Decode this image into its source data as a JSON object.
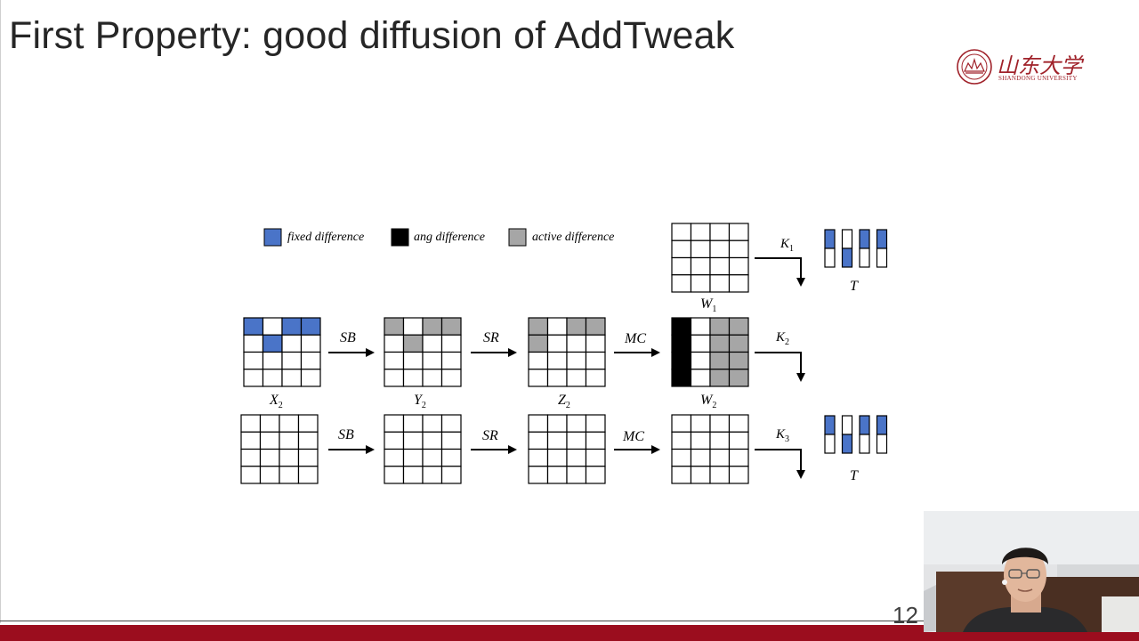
{
  "slide": {
    "title": "First Property: good diffusion of AddTweak",
    "page_number": "12"
  },
  "logo": {
    "name_cn": "山东大学",
    "name_en": "SHANDONG UNIVERSITY"
  },
  "legend": [
    {
      "label": "fixed difference",
      "color": "#4472c4"
    },
    {
      "label": "ang difference",
      "color": "#000000"
    },
    {
      "label": "active difference",
      "color": "#808080"
    }
  ],
  "colors": {
    "fixed": "#4a74c8",
    "any": "#000000",
    "active": "#a6a6a6",
    "empty": "#ffffff",
    "accent_bar": "#9b0d1e"
  },
  "diagram": {
    "row1": {
      "state_label": "W",
      "state_sub": "1",
      "key_label": "K",
      "key_sub": "1",
      "tweak_label": "T",
      "state_grid": [
        [
          "e",
          "e",
          "e",
          "e"
        ],
        [
          "e",
          "e",
          "e",
          "e"
        ],
        [
          "e",
          "e",
          "e",
          "e"
        ],
        [
          "e",
          "e",
          "e",
          "e"
        ]
      ],
      "tweak_cells": [
        [
          "f",
          "e"
        ],
        [
          "e",
          "f"
        ],
        [
          "f",
          "e"
        ],
        [
          "f",
          "e"
        ]
      ]
    },
    "row2": {
      "states": [
        {
          "label": "X",
          "sub": "2",
          "grid": [
            [
              "f",
              "e",
              "f",
              "f"
            ],
            [
              "e",
              "f",
              "e",
              "e"
            ],
            [
              "e",
              "e",
              "e",
              "e"
            ],
            [
              "e",
              "e",
              "e",
              "e"
            ]
          ]
        },
        {
          "label": "Y",
          "sub": "2",
          "grid": [
            [
              "a",
              "e",
              "a",
              "a"
            ],
            [
              "e",
              "a",
              "e",
              "e"
            ],
            [
              "e",
              "e",
              "e",
              "e"
            ],
            [
              "e",
              "e",
              "e",
              "e"
            ]
          ]
        },
        {
          "label": "Z",
          "sub": "2",
          "grid": [
            [
              "a",
              "e",
              "a",
              "a"
            ],
            [
              "a",
              "e",
              "e",
              "e"
            ],
            [
              "e",
              "e",
              "e",
              "e"
            ],
            [
              "e",
              "e",
              "e",
              "e"
            ]
          ]
        },
        {
          "label": "W",
          "sub": "2",
          "grid": [
            [
              "k",
              "e",
              "a",
              "a"
            ],
            [
              "k",
              "e",
              "a",
              "a"
            ],
            [
              "k",
              "e",
              "a",
              "a"
            ],
            [
              "k",
              "e",
              "a",
              "a"
            ]
          ]
        }
      ],
      "ops": [
        "SB",
        "SR",
        "MC"
      ],
      "key_label": "K",
      "key_sub": "2"
    },
    "row3": {
      "states": [
        {
          "grid": [
            [
              "e",
              "e",
              "e",
              "e"
            ],
            [
              "e",
              "e",
              "e",
              "e"
            ],
            [
              "e",
              "e",
              "e",
              "e"
            ],
            [
              "e",
              "e",
              "e",
              "e"
            ]
          ]
        },
        {
          "grid": [
            [
              "e",
              "e",
              "e",
              "e"
            ],
            [
              "e",
              "e",
              "e",
              "e"
            ],
            [
              "e",
              "e",
              "e",
              "e"
            ],
            [
              "e",
              "e",
              "e",
              "e"
            ]
          ]
        },
        {
          "grid": [
            [
              "e",
              "e",
              "e",
              "e"
            ],
            [
              "e",
              "e",
              "e",
              "e"
            ],
            [
              "e",
              "e",
              "e",
              "e"
            ],
            [
              "e",
              "e",
              "e",
              "e"
            ]
          ]
        },
        {
          "grid": [
            [
              "e",
              "e",
              "e",
              "e"
            ],
            [
              "e",
              "e",
              "e",
              "e"
            ],
            [
              "e",
              "e",
              "e",
              "e"
            ],
            [
              "e",
              "e",
              "e",
              "e"
            ]
          ]
        }
      ],
      "ops": [
        "SB",
        "SR",
        "MC"
      ],
      "key_label": "K",
      "key_sub": "3",
      "tweak_label": "T",
      "tweak_cells": [
        [
          "f",
          "e"
        ],
        [
          "e",
          "f"
        ],
        [
          "f",
          "e"
        ],
        [
          "f",
          "e"
        ]
      ]
    }
  }
}
